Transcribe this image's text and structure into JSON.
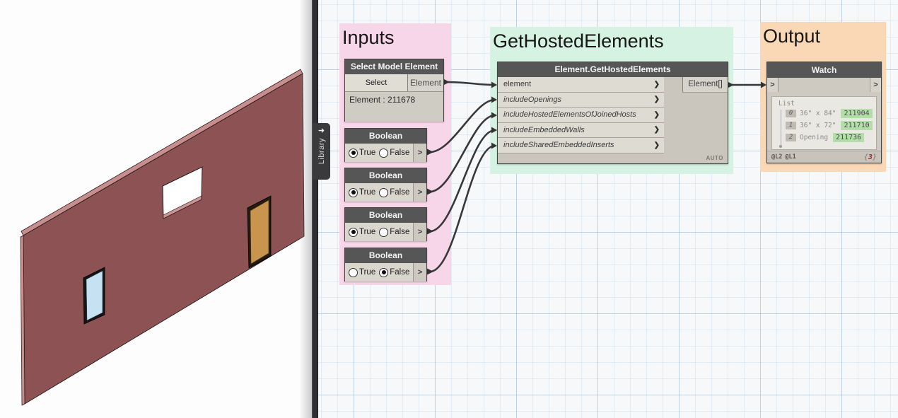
{
  "geometry_3d": {
    "wall_color": "#8d5253",
    "wall_edge_color": "#c68e8f",
    "door_color": "#c9954e",
    "window_color": "#c6e1f1"
  },
  "library_tab": {
    "label": "Library"
  },
  "icons": {
    "tab_arrow": "➜",
    "chevron_bold": "❯",
    "chevron_plain": ">"
  },
  "groups": {
    "inputs": {
      "title": "Inputs",
      "color": "#f8d6e9"
    },
    "hosted": {
      "title": "GetHostedElements",
      "color": "#d6f2e2"
    },
    "output": {
      "title": "Output",
      "color": "#fbd8b5"
    }
  },
  "select_node": {
    "title": "Select Model Element",
    "button_label": "Select",
    "output_port": "Element",
    "status": "Element : 211678"
  },
  "boolean_nodes": [
    {
      "title": "Boolean",
      "true_label": "True",
      "false_label": "False",
      "true_selected": true,
      "false_selected": false
    },
    {
      "title": "Boolean",
      "true_label": "True",
      "false_label": "False",
      "true_selected": true,
      "false_selected": false
    },
    {
      "title": "Boolean",
      "true_label": "True",
      "false_label": "False",
      "true_selected": true,
      "false_selected": false
    },
    {
      "title": "Boolean",
      "true_label": "True",
      "false_label": "False",
      "true_selected": false,
      "false_selected": true
    }
  ],
  "hosted_node": {
    "title": "Element.GetHostedElements",
    "inputs": [
      "element",
      "includeOpenings",
      "includeHostedElementsOfJoinedHosts",
      "includeEmbeddedWalls",
      "includeSharedEmbeddedInserts"
    ],
    "output_port": "Element[]",
    "lacing": "AUTO"
  },
  "watch_node": {
    "title": "Watch",
    "input_port": ">",
    "output_port": ">",
    "list_label": "List",
    "rows": [
      {
        "index": "0",
        "label": "36\" x 84\"",
        "value": "211904"
      },
      {
        "index": "1",
        "label": "36\" x 72\"",
        "value": "211710"
      },
      {
        "index": "2",
        "label": "Opening",
        "value": "211736"
      }
    ],
    "lacing_badges": [
      "@L2",
      "@L1"
    ],
    "count_open": "{",
    "count": "3",
    "count_close": "}"
  }
}
